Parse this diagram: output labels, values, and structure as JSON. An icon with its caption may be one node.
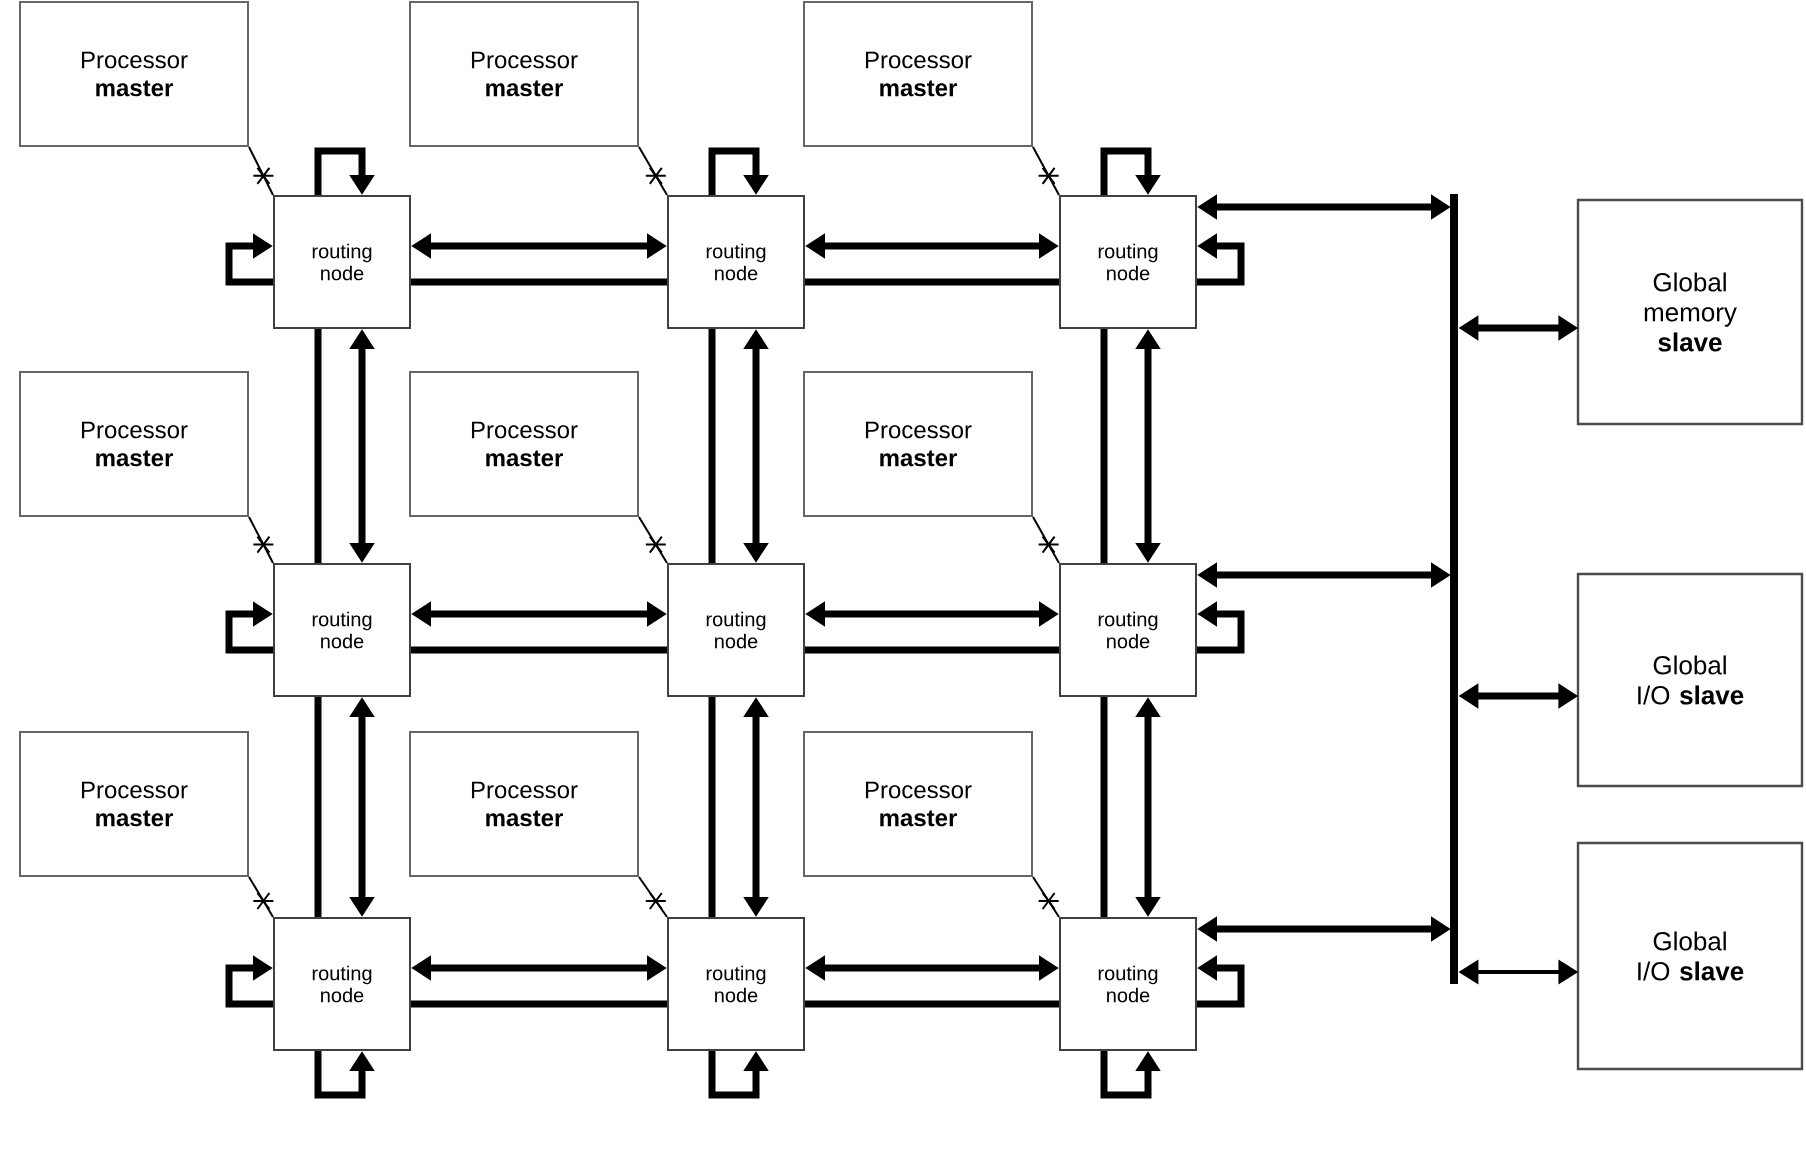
{
  "diagram": {
    "nodes": [
      {
        "text": [
          "Processor **master**"
        ]
      },
      {
        "text": [
          "Processor **master**"
        ]
      },
      {
        "text": [
          "Processor **master**"
        ]
      },
      {
        "text": [
          "Processor **master**"
        ]
      },
      {
        "text": [
          "Processor **master**"
        ]
      },
      {
        "text": [
          "Processor **master**"
        ]
      },
      {
        "text": [
          "Processor **master**"
        ]
      },
      {
        "text": [
          "Processor **master**"
        ]
      },
      {
        "text": [
          "Processor **master**"
        ]
      },
      {
        "text": [
          "routing node"
        ]
      },
      {
        "text": [
          "routing node"
        ]
      },
      {
        "text": [
          "routing node"
        ]
      },
      {
        "text": [
          "routing node"
        ]
      },
      {
        "text": [
          "routing node"
        ]
      },
      {
        "text": [
          "routing node"
        ]
      },
      {
        "text": [
          "routing node"
        ]
      },
      {
        "text": [
          "routing node"
        ]
      },
      {
        "text": [
          "routing node"
        ]
      },
      {
        "text": [],
        "shape": "bar"
      },
      {
        "text": [
          "Global memory **slave**"
        ]
      },
      {
        "text": [
          "Global I/O **slave**"
        ]
      },
      {
        "text": [
          "Global I/O **slave**"
        ]
      }
    ],
    "edges": [
      {
        "from": 0,
        "to": 9,
        "arrow": "none"
      },
      {
        "from": 1,
        "to": 10,
        "arrow": "none"
      },
      {
        "from": 2,
        "to": 11,
        "arrow": "none"
      },
      {
        "from": 3,
        "to": 12,
        "arrow": "none"
      },
      {
        "from": 4,
        "to": 13,
        "arrow": "none"
      },
      {
        "from": 5,
        "to": 14,
        "arrow": "none"
      },
      {
        "from": 6,
        "to": 15,
        "arrow": "none"
      },
      {
        "from": 7,
        "to": 16,
        "arrow": "none"
      },
      {
        "from": 8,
        "to": 17,
        "arrow": "none"
      },
      {
        "from": 9,
        "to": 10,
        "arrow": "both"
      },
      {
        "from": 9,
        "to": 10,
        "arrow": "none"
      },
      {
        "from": 10,
        "to": 11,
        "arrow": "both"
      },
      {
        "from": 10,
        "to": 11,
        "arrow": "none"
      },
      {
        "from": 12,
        "to": 13,
        "arrow": "both"
      },
      {
        "from": 12,
        "to": 13,
        "arrow": "none"
      },
      {
        "from": 13,
        "to": 14,
        "arrow": "both"
      },
      {
        "from": 13,
        "to": 14,
        "arrow": "none"
      },
      {
        "from": 15,
        "to": 16,
        "arrow": "both"
      },
      {
        "from": 15,
        "to": 16,
        "arrow": "none"
      },
      {
        "from": 16,
        "to": 17,
        "arrow": "both"
      },
      {
        "from": 16,
        "to": 17,
        "arrow": "none"
      },
      {
        "from": 9,
        "to": 12,
        "arrow": "both"
      },
      {
        "from": 9,
        "to": 12,
        "arrow": "none"
      },
      {
        "from": 12,
        "to": 15,
        "arrow": "both"
      },
      {
        "from": 12,
        "to": 15,
        "arrow": "none"
      },
      {
        "from": 10,
        "to": 13,
        "arrow": "both"
      },
      {
        "from": 10,
        "to": 13,
        "arrow": "none"
      },
      {
        "from": 13,
        "to": 16,
        "arrow": "both"
      },
      {
        "from": 13,
        "to": 16,
        "arrow": "none"
      },
      {
        "from": 11,
        "to": 14,
        "arrow": "both"
      },
      {
        "from": 11,
        "to": 14,
        "arrow": "none"
      },
      {
        "from": 14,
        "to": 17,
        "arrow": "both"
      },
      {
        "from": 14,
        "to": 17,
        "arrow": "none"
      },
      {
        "from": 9,
        "to": 9,
        "arrow": "to"
      },
      {
        "from": 9,
        "to": 9,
        "arrow": "to"
      },
      {
        "from": 10,
        "to": 10,
        "arrow": "to"
      },
      {
        "from": 11,
        "to": 11,
        "arrow": "to"
      },
      {
        "from": 11,
        "to": 11,
        "arrow": "to"
      },
      {
        "from": 12,
        "to": 12,
        "arrow": "to"
      },
      {
        "from": 14,
        "to": 14,
        "arrow": "to"
      },
      {
        "from": 15,
        "to": 15,
        "arrow": "to"
      },
      {
        "from": 15,
        "to": 15,
        "arrow": "to"
      },
      {
        "from": 16,
        "to": 16,
        "arrow": "to"
      },
      {
        "from": 17,
        "to": 17,
        "arrow": "to"
      },
      {
        "from": 17,
        "to": 17,
        "arrow": "to"
      },
      {
        "from": 11,
        "to": 18,
        "arrow": "both"
      },
      {
        "from": 14,
        "to": 18,
        "arrow": "both"
      },
      {
        "from": 17,
        "to": 18,
        "arrow": "both"
      },
      {
        "from": 18,
        "to": 19,
        "arrow": "both"
      },
      {
        "from": 18,
        "to": 20,
        "arrow": "both"
      },
      {
        "from": 18,
        "to": 21,
        "arrow": "both"
      }
    ]
  }
}
